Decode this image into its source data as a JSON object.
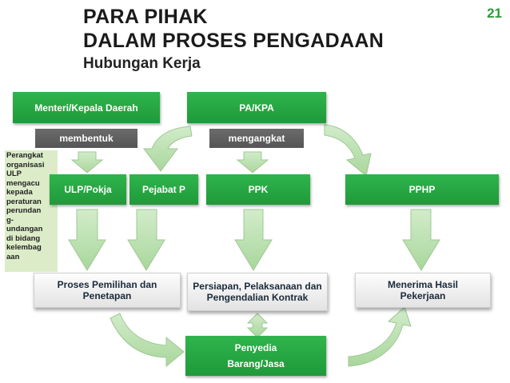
{
  "header": {
    "title_line1": "PARA PIHAK",
    "title_line2": "DALAM PROSES PENGADAAN",
    "subtitle": "Hubungan Kerja",
    "page_number": "21"
  },
  "top_boxes": {
    "menteri": "Menteri/Kepala Daerah",
    "pa_kpa": "PA/KPA",
    "membentuk": "membentuk",
    "mengangkat": "mengangkat"
  },
  "side_note": "Perangkat\norganisasi\nULP\nmengacu\nkepada\nperaturan\nperundan\ng-\nundangan\ndi bidang\nkelembag\naan",
  "middle_boxes": {
    "ulp": "ULP/Pokja",
    "pejabat": "Pejabat P",
    "ppk": "PPK",
    "pphp": "PPHP"
  },
  "bottom_boxes": {
    "proses": "Proses Pemilihan dan Penetapan",
    "persiapan": "Persiapan, Pelaksanaan dan Pengendalian Kontrak",
    "menerima": "Menerima Hasil Pekerjaan"
  },
  "penyedia": {
    "line1": "Penyedia",
    "line2": "Barang/Jasa"
  },
  "colors": {
    "green": "#26a844",
    "grey": "#5e5e5e",
    "arrow_fill": "#b8dfae",
    "arrow_stroke": "#9ec894",
    "side_note_bg": "#dcecc8"
  }
}
